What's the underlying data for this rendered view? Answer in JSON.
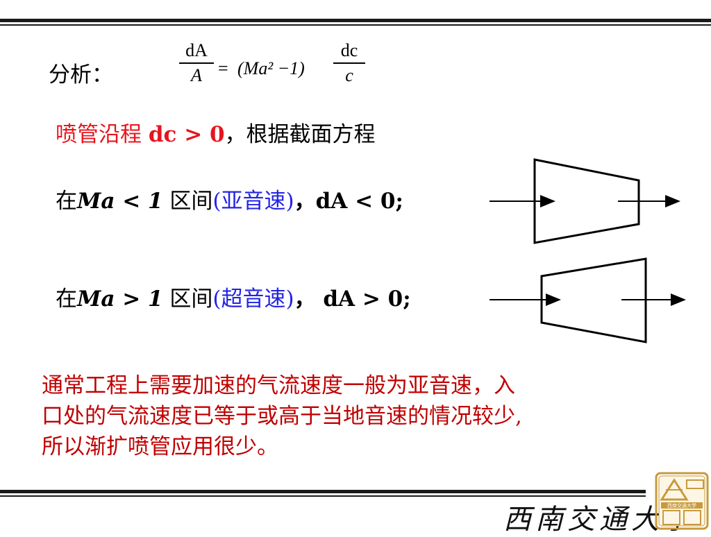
{
  "analysis_label": "分析：",
  "formula": {
    "lhs_num": "dA",
    "lhs_den": "A",
    "equals": "=",
    "middle": "(Ma² −1)",
    "rhs_num": "dc",
    "rhs_den": "c"
  },
  "line1": {
    "part_red": "喷管沿程 ",
    "part_red_bold": "dc > 0",
    "part_black": "，根据截面方程"
  },
  "line2": {
    "prefix": "在",
    "condition": "Ma < 1",
    "region": " 区间",
    "paren": "(亚音速)",
    "result": "，dA < 0;"
  },
  "line3": {
    "prefix": "在",
    "condition": "Ma > 1",
    "region": " 区间",
    "paren": "(超音速)",
    "result": "， dA > 0;"
  },
  "paragraph": [
    "通常工程上需要加速的气流速度一般为亚音速，入",
    "口处的气流速度已等于或高于当地音速的情况较少,",
    "所以渐扩喷管应用很少。"
  ],
  "footer": {
    "university_name": "西南交通大学",
    "seal_caption": "西南交通大学"
  },
  "colors": {
    "red": "#e8141d",
    "blue": "#2323e6",
    "dark_red": "#c00000",
    "logo_gold": "#c89a3c"
  }
}
